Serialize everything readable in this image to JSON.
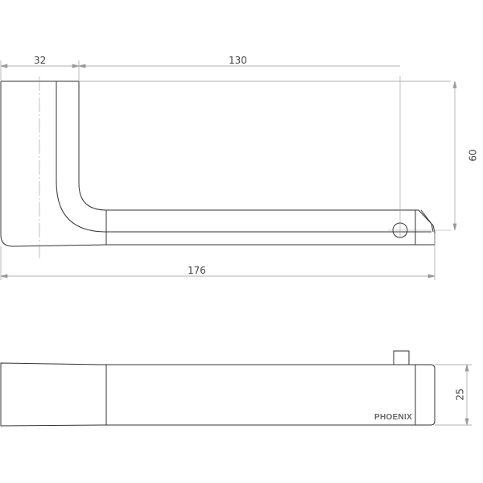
{
  "drawing": {
    "type": "technical-drawing",
    "subject": "toilet roll holder",
    "views": [
      "side-view",
      "top-view"
    ],
    "dimensions": {
      "base_width": "32",
      "arm_length": "130",
      "drop_height": "60",
      "overall_length": "176",
      "depth": "25"
    },
    "brand_label": "PHOENIX",
    "line_color": "#333333",
    "dimension_line_color": "#999999"
  }
}
